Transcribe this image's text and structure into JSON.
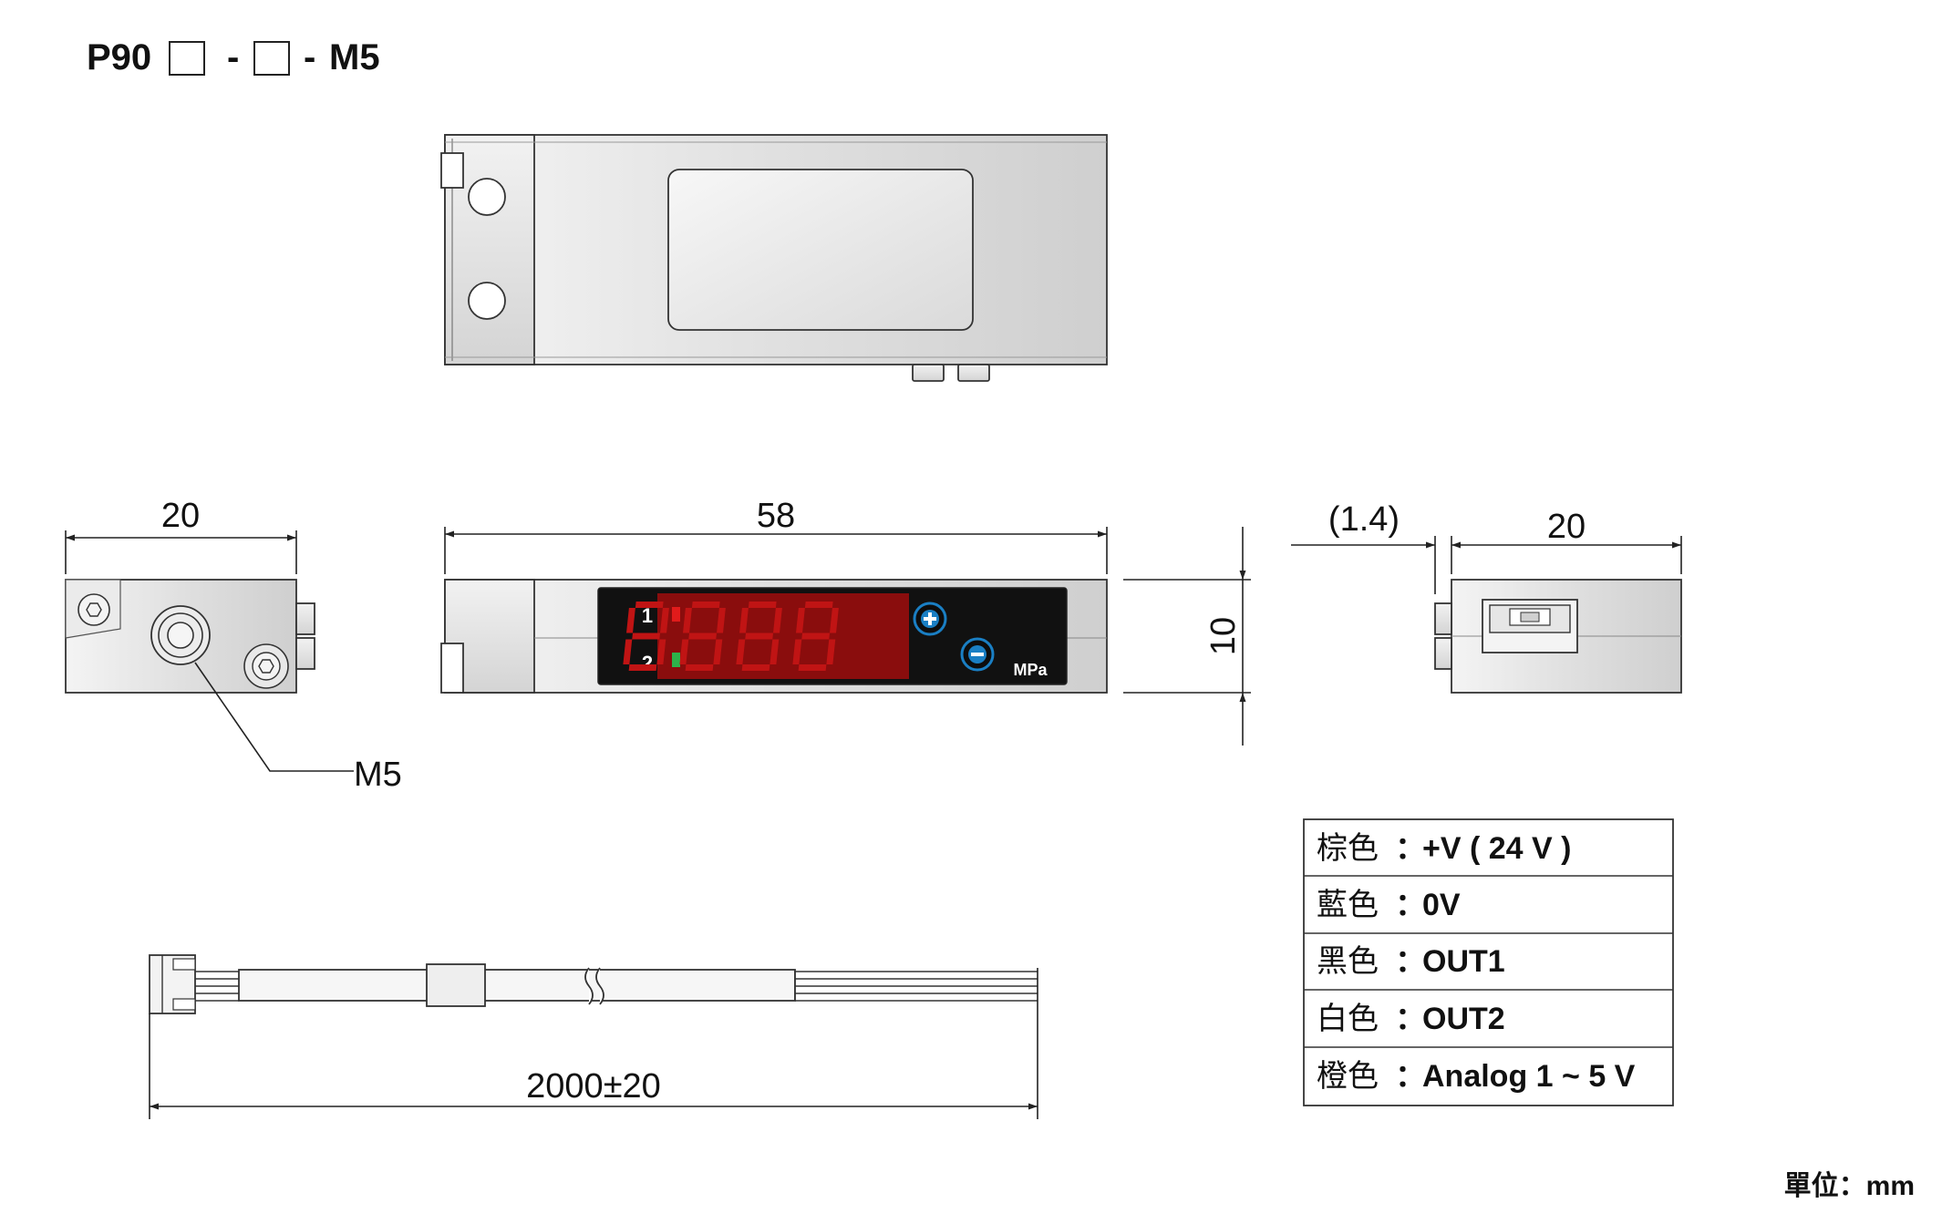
{
  "title": {
    "prefix": "P90",
    "sep1": "-",
    "sep2": "-",
    "suffix": "M5"
  },
  "dimensions": {
    "side_width": "20",
    "front_length": "58",
    "height": "10",
    "offset": "(1.4)",
    "rear_width": "20",
    "cable_length": "2000±20"
  },
  "port_label": "M5",
  "display": {
    "row1": "1",
    "row2": "2",
    "digits": "8888",
    "unit": "MPa"
  },
  "wiring": [
    {
      "color": "棕色",
      "sep": "：",
      "signal": "+V ( 24 V )"
    },
    {
      "color": "藍色",
      "sep": "：",
      "signal": "0V"
    },
    {
      "color": "黑色",
      "sep": "：",
      "signal": "OUT1"
    },
    {
      "color": "白色",
      "sep": "：",
      "signal": "OUT2"
    },
    {
      "color": "橙色",
      "sep": "：",
      "signal": "Analog 1 ~ 5 V"
    }
  ],
  "unit_note": "單位：mm",
  "colors": {
    "display_bg": "#111111",
    "segment_red": "#c01414",
    "led_green": "#2db34a",
    "button_blue": "#1a7fc4"
  }
}
